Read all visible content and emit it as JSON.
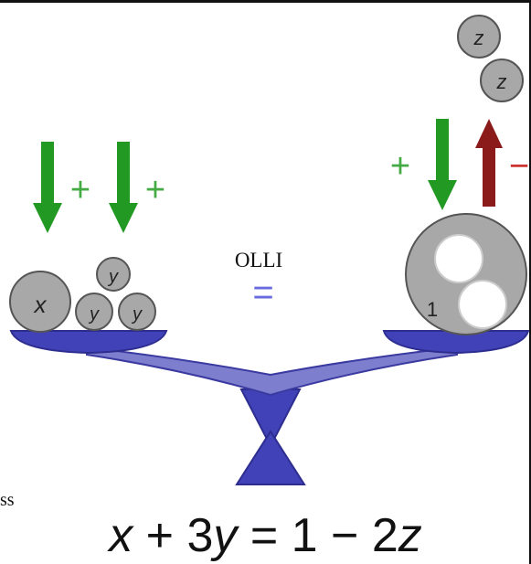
{
  "ball_labels": {
    "x": "x",
    "y": "y",
    "z": "z",
    "one": "1"
  },
  "signs": {
    "plus": "+",
    "minus": "−"
  },
  "center_word": "OLLI",
  "center_equals": "=",
  "side_text": "ss",
  "equation": {
    "x": "x",
    "plus": "+",
    "coef_y": "3",
    "y": "y",
    "eq": "=",
    "one": "1",
    "minus": "−",
    "coef_z": "2",
    "z": "z"
  },
  "colors": {
    "ball_fill": "#a8a8a8",
    "ball_stroke": "#555555",
    "down_arrow": "#229922",
    "up_arrow": "#8b1a1a",
    "plus_sign": "#44aa44",
    "minus_sign": "#cc3333",
    "balance": "#4242b8",
    "balance_light": "#7e7ecf",
    "equals_sign": "#6a6ae0"
  }
}
